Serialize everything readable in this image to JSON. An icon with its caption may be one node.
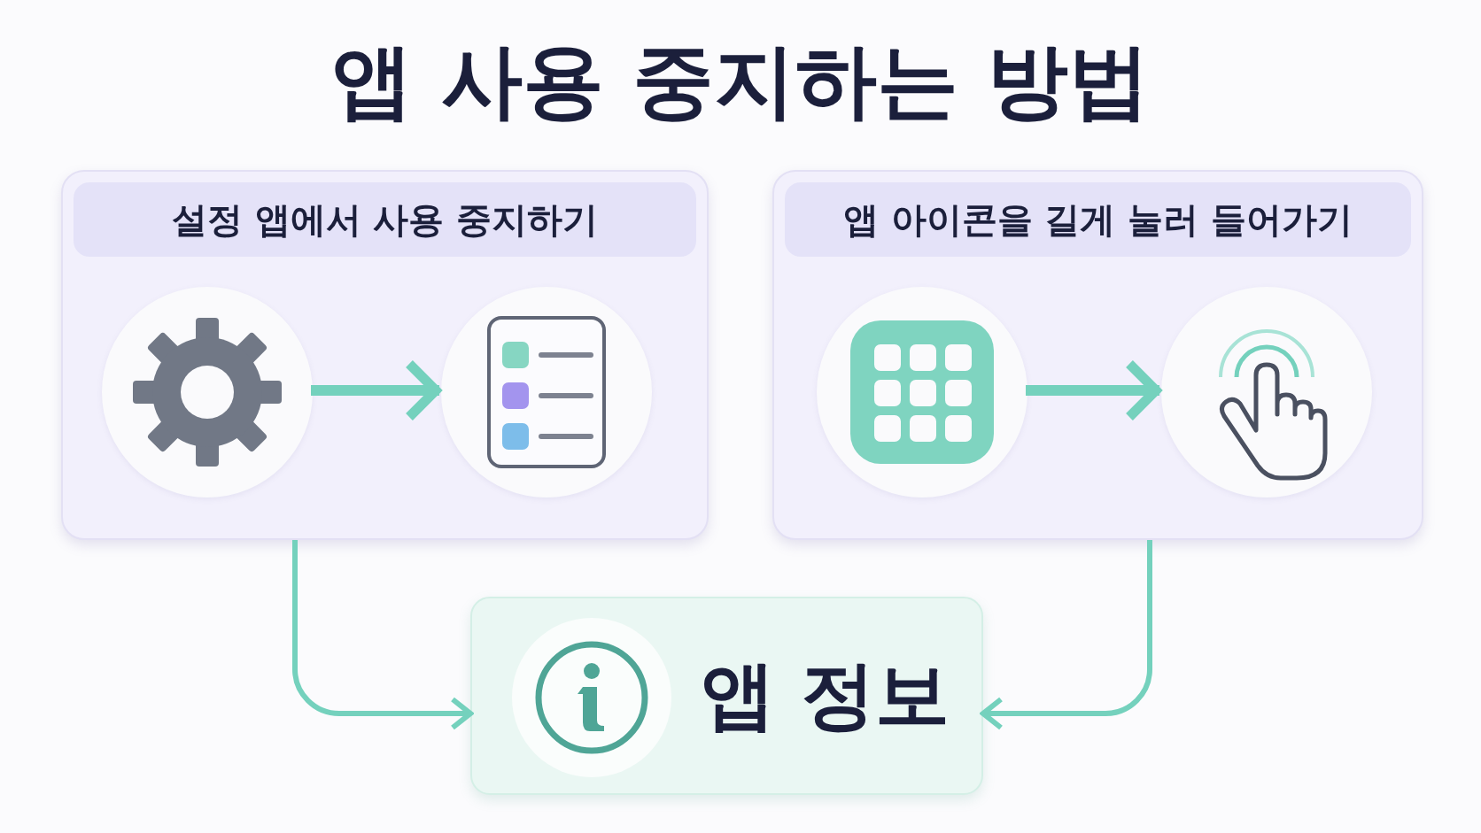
{
  "diagram": {
    "title": "앱 사용 중지하는 방법",
    "nodes": [
      {
        "text": [
          "설정 앱에서 사용 중지하기"
        ]
      },
      {
        "text": [],
        "shape": "circle",
        "in": 0
      },
      {
        "text": [],
        "shape": "circle",
        "in": 0
      },
      {
        "text": [
          "앱 아이콘을 길게 눌러 들어가기"
        ]
      },
      {
        "text": [],
        "shape": "circle",
        "in": 3
      },
      {
        "text": [],
        "shape": "circle",
        "in": 3
      },
      {
        "text": [
          "앱 정보"
        ]
      }
    ],
    "edges": [
      {
        "from": 1,
        "to": 2,
        "arrow": "to",
        "style": "thick"
      },
      {
        "from": 4,
        "to": 5,
        "arrow": "to",
        "style": "thick"
      },
      {
        "from": 0,
        "to": 6,
        "arrow": "to"
      },
      {
        "from": 3,
        "to": 6,
        "arrow": "to"
      }
    ]
  }
}
